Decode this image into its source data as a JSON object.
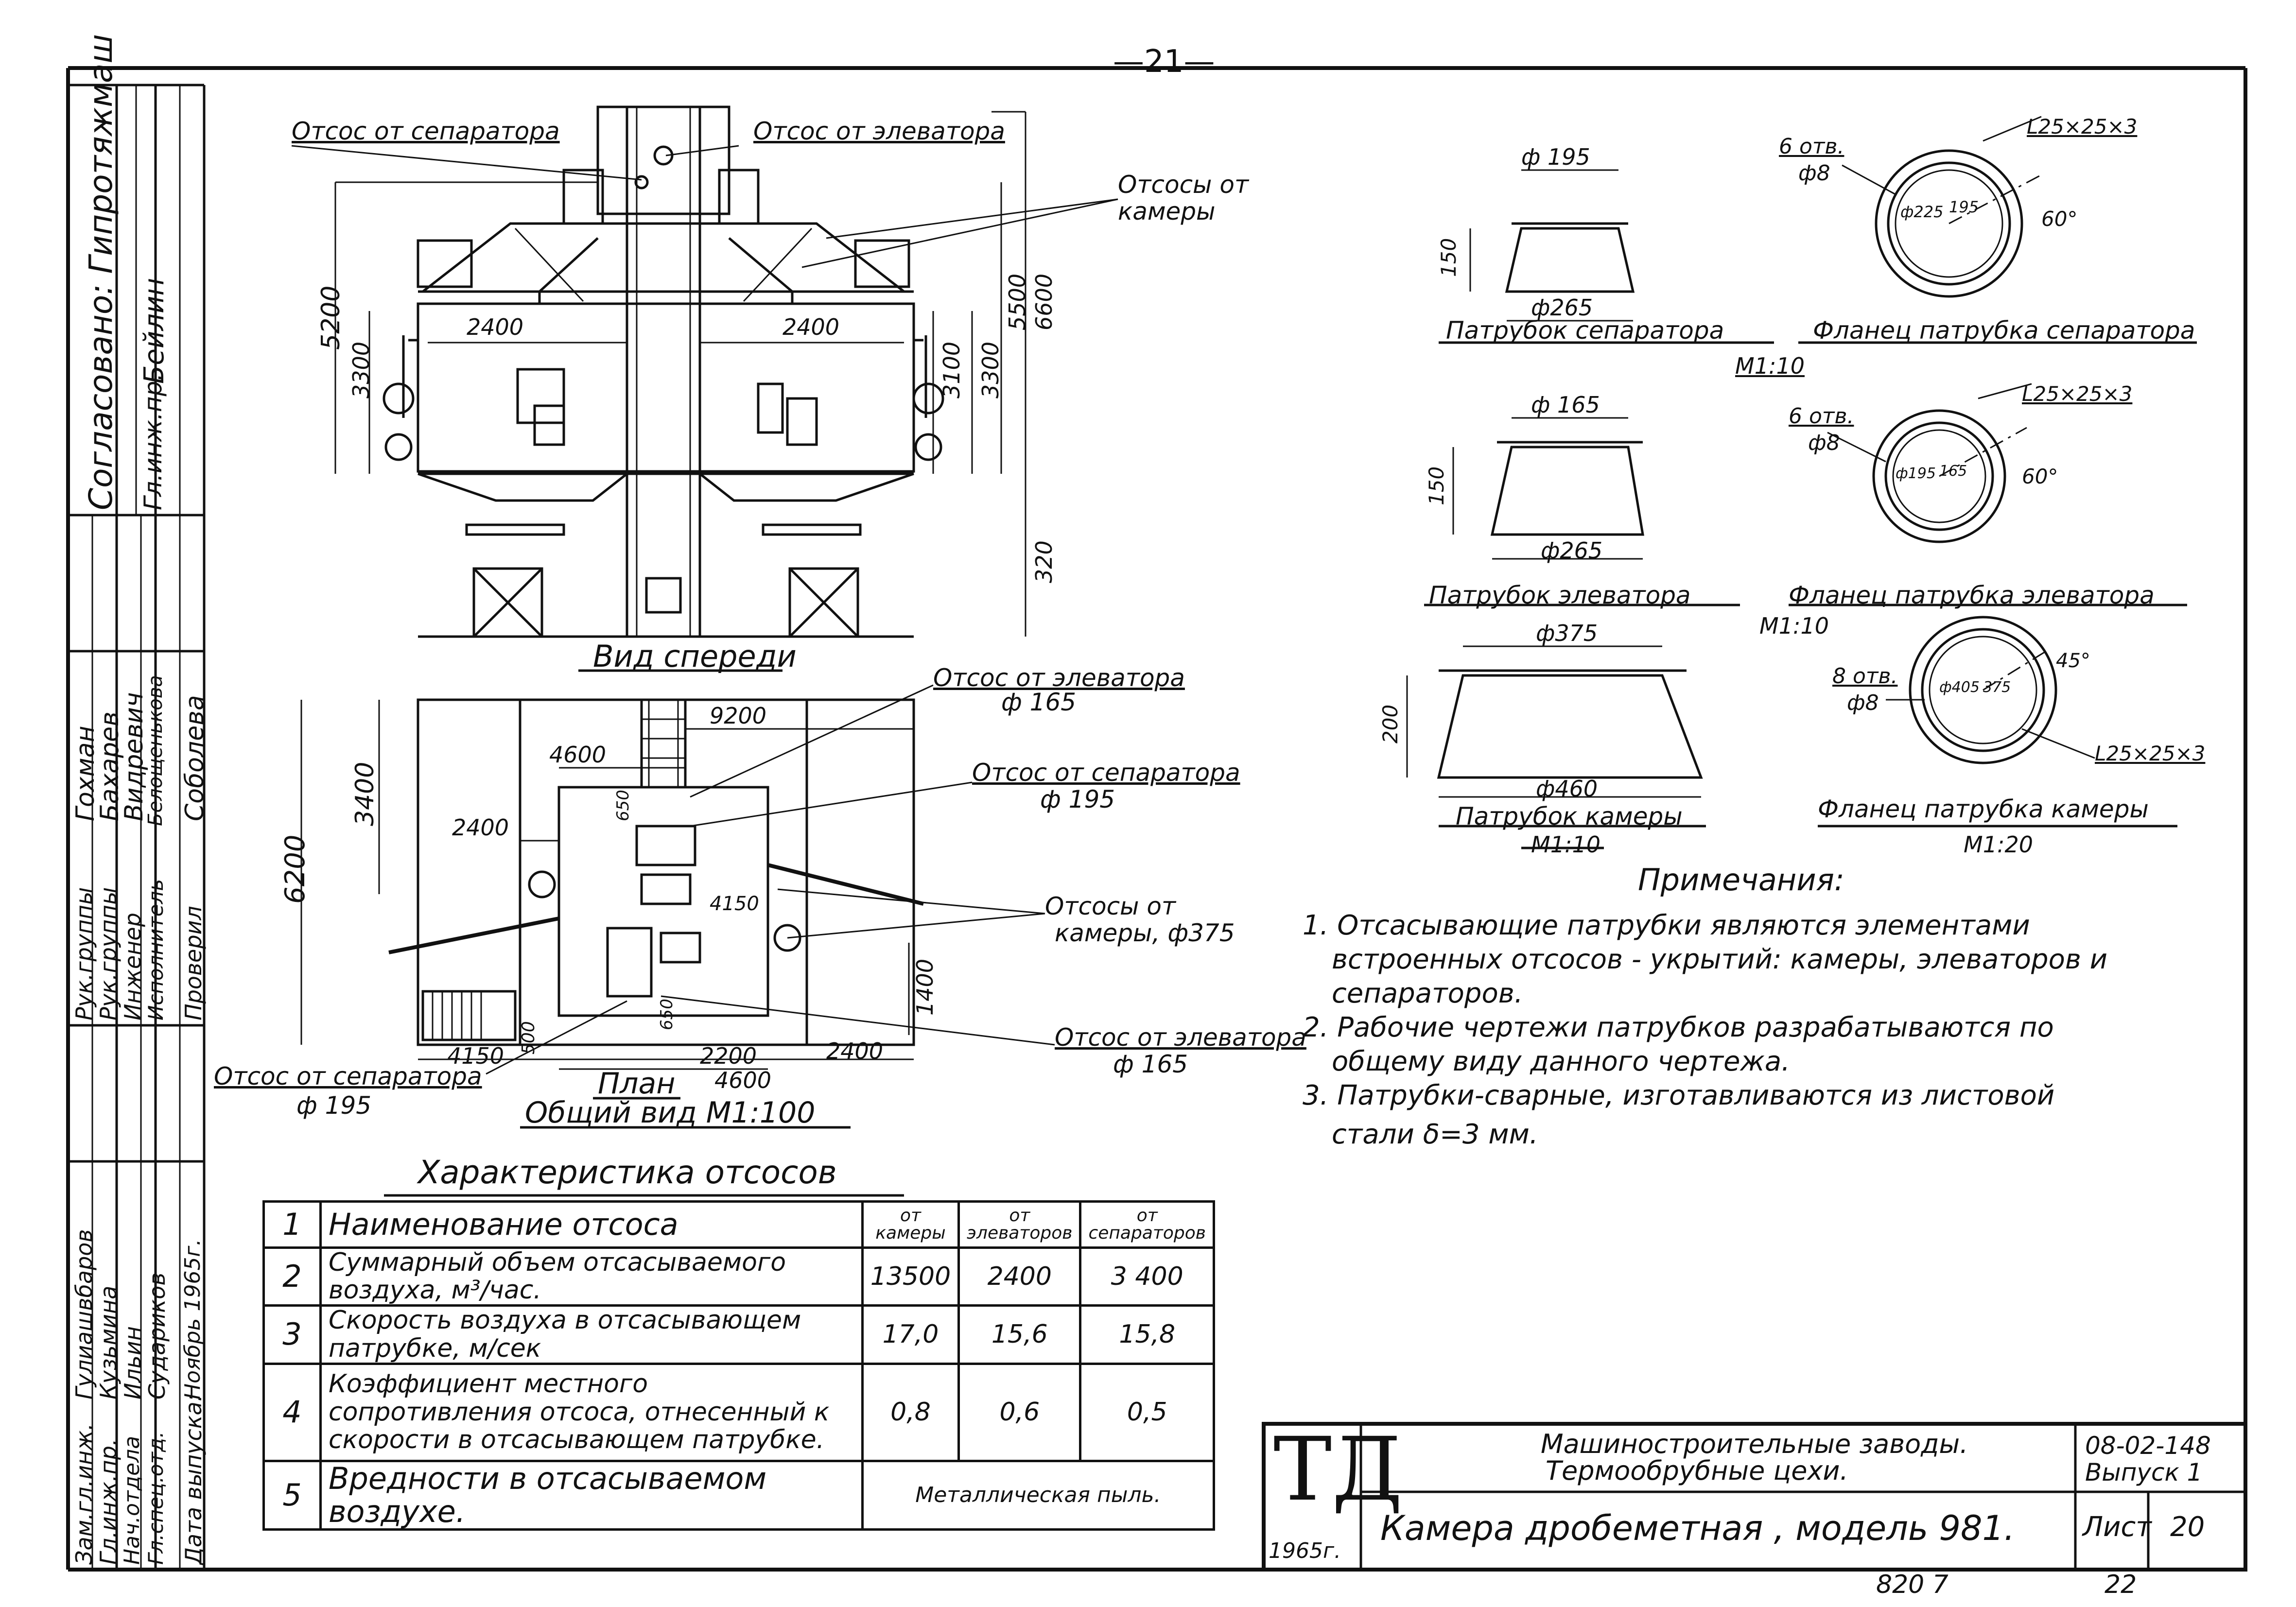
{
  "page_number": "—21—",
  "sheet_code_bottom": "820 7",
  "sheet_num_bottom": "22",
  "front_view": {
    "title": "Вид спереди",
    "labels": {
      "from_separator": "Отсос от сепаратора",
      "from_elevator": "Отсос от элеватора",
      "from_chamber_1": "Отсосы от",
      "from_chamber_2": "камеры"
    },
    "dims": [
      "2400",
      "2400",
      "3300",
      "3100",
      "5200",
      "3300",
      "5500",
      "6600",
      "320"
    ]
  },
  "plan_view": {
    "title": "План",
    "general_title": "Общий вид  М1:100",
    "labels": {
      "elevator_top_1": "Отсос от элеватора",
      "elevator_top_2": "ф 165",
      "separator_right_1": "Отсос от сепаратора",
      "separator_right_2": "ф 195",
      "chamber_1": "Отсосы от",
      "chamber_2": "камеры, ф375",
      "elevator_bottom_1": "Отсос от элеватора",
      "elevator_bottom_2": "ф 165",
      "separator_left_1": "Отсос от сепаратора",
      "separator_left_2": "ф 195"
    },
    "dims": [
      "9200",
      "4600",
      "2400",
      "3400",
      "6200",
      "4150",
      "1400",
      "4150",
      "500",
      "2200",
      "2400",
      "4600",
      "650",
      "650"
    ]
  },
  "nozzles": [
    {
      "title": "Патрубок сепаратора",
      "top": "ф 195",
      "bottom": "ф265",
      "height": "150"
    },
    {
      "title": "Патрубок элеватора",
      "top": "ф 165",
      "bottom": "ф265",
      "height": "150"
    },
    {
      "title": "Патрубок камеры",
      "top": "ф375",
      "bottom": "ф460",
      "height": "200"
    }
  ],
  "flanges": [
    {
      "title": "Фланец патрубка сепаратора",
      "holes_1": "6 отв.",
      "holes_2": "ф8",
      "angle": "L25×25×3",
      "deg": "60°",
      "d1": "ф225",
      "d2": "195"
    },
    {
      "title": "Фланец патрубка элеватора",
      "holes_1": "6 отв.",
      "holes_2": "ф8",
      "angle": "L25×25×3",
      "deg": "60°",
      "d1": "ф195",
      "d2": "165"
    },
    {
      "title": "Фланец патрубка камеры",
      "holes_1": "8 отв.",
      "holes_2": "ф8",
      "angle": "L25×25×3",
      "deg": "45°",
      "d1": "ф405",
      "d2": "375"
    }
  ],
  "scales": {
    "s1": "М1:10",
    "s2": "М1:10",
    "s3": "М1:10",
    "s4": "М1:20"
  },
  "notes": {
    "title": "Примечания:",
    "lines": [
      "1. Отсасывающие  патрубки  являются  элементами",
      "встроенных  отсосов - укрытий:  камеры,  элеваторов и",
      "сепараторов.",
      "2. Рабочие  чертежи  патрубков  разрабатываются  по",
      "общему  виду  данного  чертежа.",
      "3. Патрубки-сварные, изготавливаются  из  листовой",
      "стали  δ=3 мм."
    ]
  },
  "characteristics": {
    "title": "Характеристика отсосов",
    "headers": [
      "от камеры",
      "от элеваторов",
      "от сепараторов"
    ],
    "rows": [
      {
        "n": "1",
        "name": "Наименование  отсоса",
        "v": [
          "",
          "",
          ""
        ]
      },
      {
        "n": "2",
        "name": "Суммарный объем отсасываемого воздуха, м³/час.",
        "v": [
          "13500",
          "2400",
          "3 400"
        ]
      },
      {
        "n": "3",
        "name": "Скорость воздуха в отсасывающем патрубке, м/сек",
        "v": [
          "17,0",
          "15,6",
          "15,8"
        ]
      },
      {
        "n": "4",
        "name": "Коэффициент  местного  сопротивления отсоса, отнесенный к скорости в отсасывающем  патрубке.",
        "v": [
          "0,8",
          "0,6",
          "0,5"
        ]
      },
      {
        "n": "5",
        "name": "Вредности в отсасываемом воздухе.",
        "v": [
          "Металлическая пыль."
        ]
      }
    ]
  },
  "title_block": {
    "logo": "ТД",
    "year": "1965г.",
    "line1": "Машиностроительные заводы.",
    "line2": "Термообрубные цехи.",
    "name": "Камера дробеметная , модель 981.",
    "code": "08-02-148",
    "issue": "Выпуск 1",
    "sheet_label": "Лист",
    "sheet_no": "20"
  },
  "side_stamp": {
    "agreed": "Согласовано: Гипротяжмаш",
    "chief_eng_role": "Гл.инж.пр.",
    "chief_eng_name": "Бейлин",
    "columns": [
      [
        "Рук.группы",
        "Гохман"
      ],
      [
        "Рук.группы",
        "Бахарев"
      ],
      [
        "Инженер",
        "Видревич"
      ],
      [
        "Исполнитель",
        "Белощенькова"
      ],
      [
        "Проверил",
        "Соболева"
      ]
    ],
    "columns2": [
      [
        "Зам.гл.инж.",
        "Гулиашвбаров"
      ],
      [
        "Гл.инж.пр.",
        "Кузьмина"
      ],
      [
        "Нач.отдела",
        "Ильин"
      ],
      [
        "Гл.спец.отд.",
        "Судариков"
      ],
      [
        "Дата выпуска:",
        "Ноябрь 1965г."
      ]
    ]
  }
}
